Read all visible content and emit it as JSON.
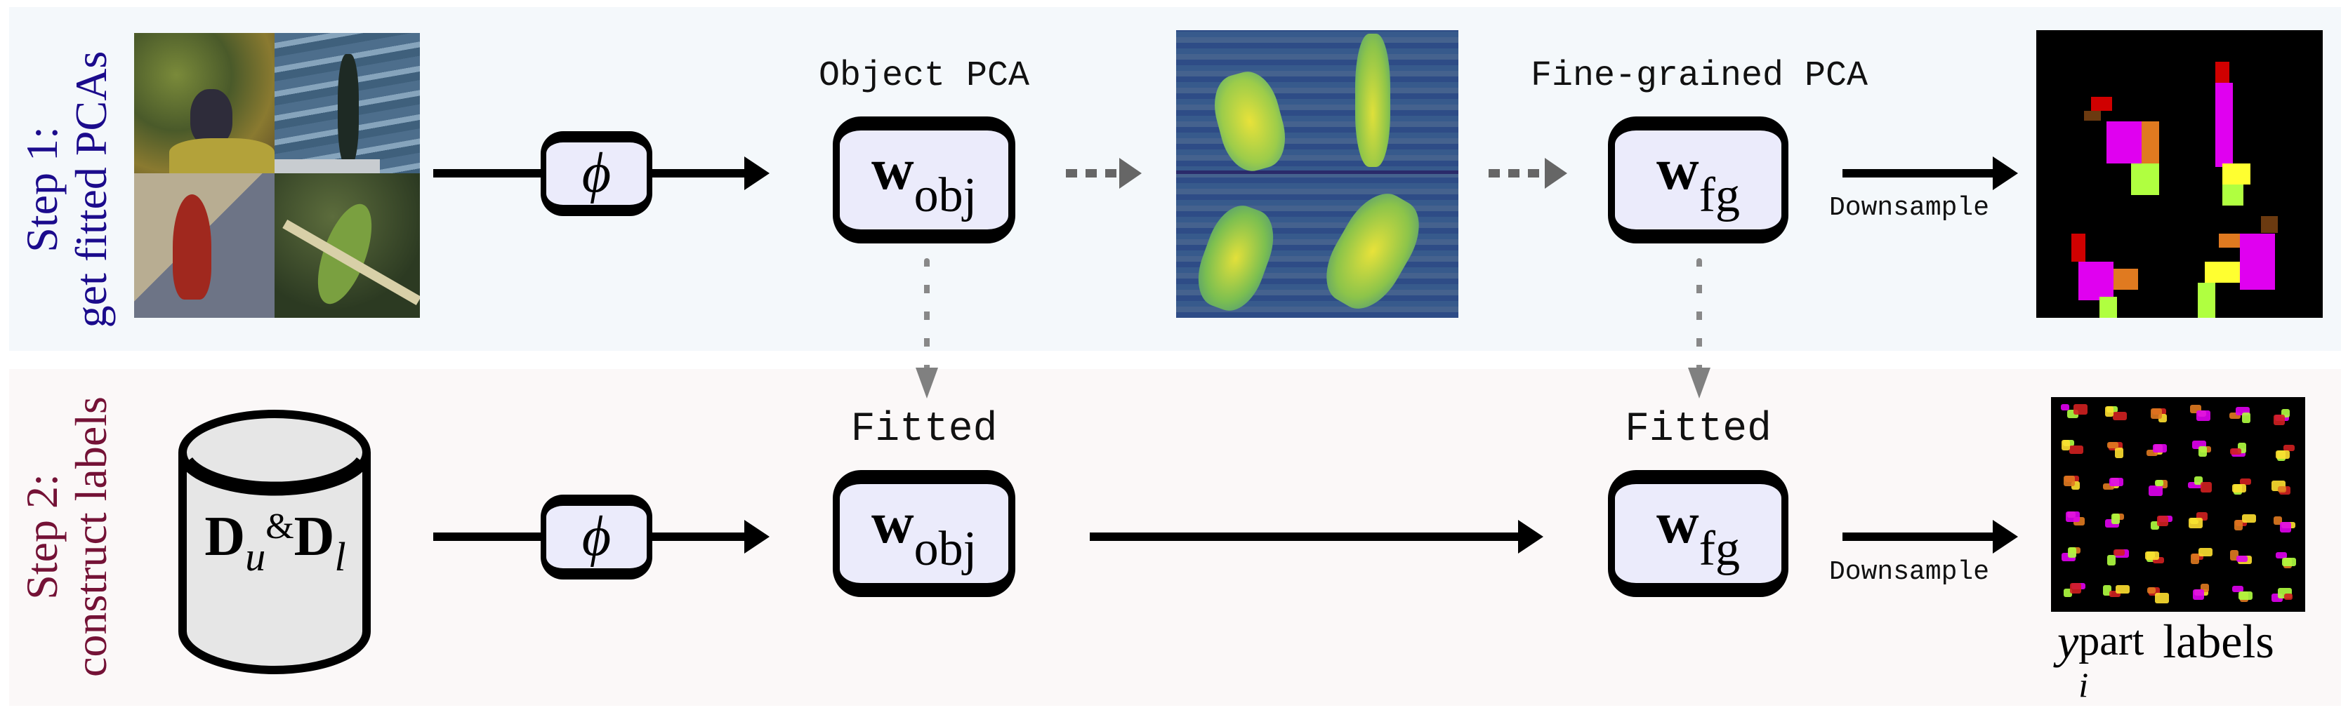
{
  "step1": {
    "title_line1": "Step 1:",
    "title_line2": "get fitted PCAs",
    "color": "#1b0b8c",
    "input_images": [
      "bird-photo-auklet",
      "bird-photo-cormorant",
      "bird-photo-cardinal",
      "bird-photo-green-bird"
    ],
    "encoder_symbol": "ϕ",
    "object_pca_label": "Object PCA",
    "w_obj": {
      "main": "w",
      "sub": "obj"
    },
    "fine_grained_pca_label": "Fine-grained PCA",
    "w_fg": {
      "main": "w",
      "sub": "fg"
    },
    "downsample_label": "Downsample",
    "heatmap_desc": "object-pca-heatmaps",
    "part_map_desc": "downsampled-part-maps"
  },
  "step2": {
    "title_line1": "Step 2:",
    "title_line2": "construct labels",
    "color": "#741236",
    "dataset": {
      "d1": "D",
      "d1_sub": "u",
      "amp": "&",
      "d2": "D",
      "d2_sub": "l"
    },
    "encoder_symbol": "ϕ",
    "fitted_label_obj": "Fitted",
    "w_obj": {
      "main": "w",
      "sub": "obj"
    },
    "fitted_label_fg": "Fitted",
    "w_fg": {
      "main": "w",
      "sub": "fg"
    },
    "downsample_label": "Downsample",
    "output": {
      "var": "y",
      "sub": "i",
      "sup": "part",
      "suffix": "labels"
    }
  }
}
